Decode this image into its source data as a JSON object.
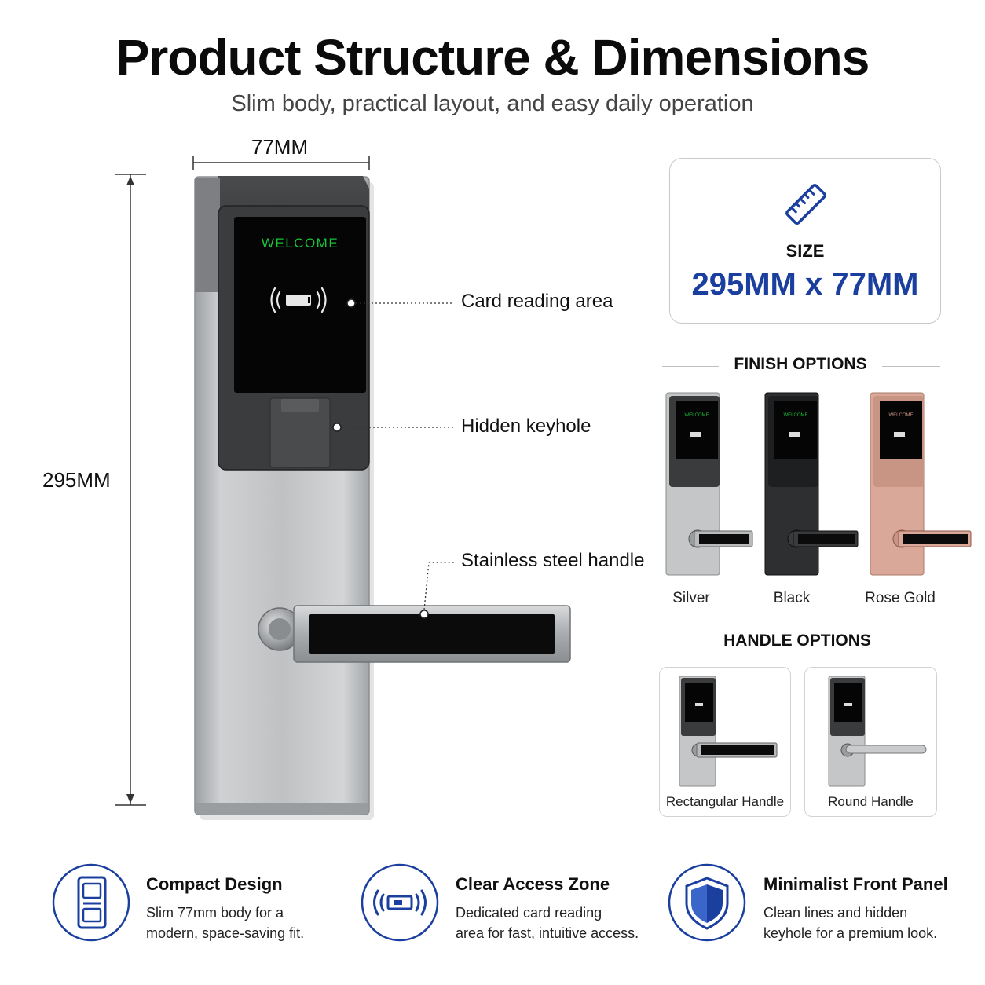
{
  "header": {
    "title": "Product Structure & Dimensions",
    "subtitle": "Slim body, practical layout, and easy daily operation"
  },
  "dimensions": {
    "width_label": "77MM",
    "height_label": "295MM"
  },
  "lock": {
    "screen_text": "WELCOME"
  },
  "callouts": {
    "card_reading": "Card reading area",
    "keyhole": "Hidden keyhole",
    "handle": "Stainless steel handle"
  },
  "size_card": {
    "label": "SIZE",
    "value": "295MM x 77MM",
    "icon": "ruler-icon"
  },
  "finish_options": {
    "heading": "FINISH OPTIONS",
    "items": [
      {
        "label": "Silver",
        "color": "#c4c6c8"
      },
      {
        "label": "Black",
        "color": "#2e2f31"
      },
      {
        "label": "Rose Gold",
        "color": "#d9a898"
      }
    ]
  },
  "handle_options": {
    "heading": "HANDLE OPTIONS",
    "items": [
      {
        "label": "Rectangular Handle"
      },
      {
        "label": "Round Handle"
      }
    ]
  },
  "features": [
    {
      "title": "Compact Design",
      "line1": "Slim 77mm body for a",
      "line2": "modern, space-saving fit.",
      "icon": "door-lock-icon"
    },
    {
      "title": "Clear Access Zone",
      "line1": "Dedicated card reading",
      "line2": "area for fast, intuitive access.",
      "icon": "rfid-card-icon"
    },
    {
      "title": "Minimalist Front Panel",
      "line1": "Clean lines and hidden",
      "line2": "keyhole for a premium look.",
      "icon": "shield-icon"
    }
  ],
  "colors": {
    "accent_blue": "#1a3f9e",
    "welcome_green": "#19c43a"
  }
}
